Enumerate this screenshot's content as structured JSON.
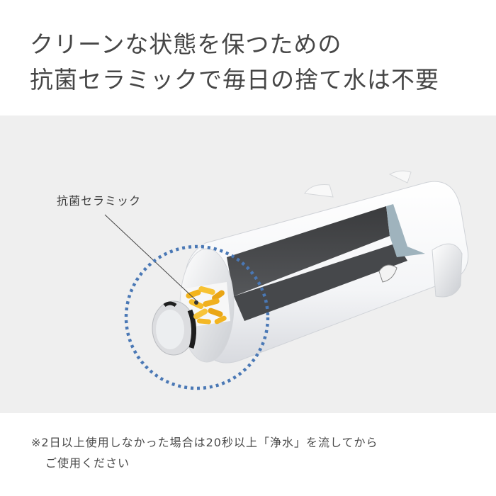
{
  "headline": {
    "line1": "クリーンな状態を保つための",
    "line2": "抗菌セラミックで毎日の捨て水は不要"
  },
  "illustration": {
    "callout_label": "抗菌セラミック",
    "highlight_color": "#4a78b5",
    "ceramic_color": "#f0b21e",
    "background_color": "#efefef"
  },
  "footnote": {
    "line1": "※2日以上使用しなかった場合は20秒以上「浄水」を流してから",
    "line2": "ご使用ください"
  }
}
